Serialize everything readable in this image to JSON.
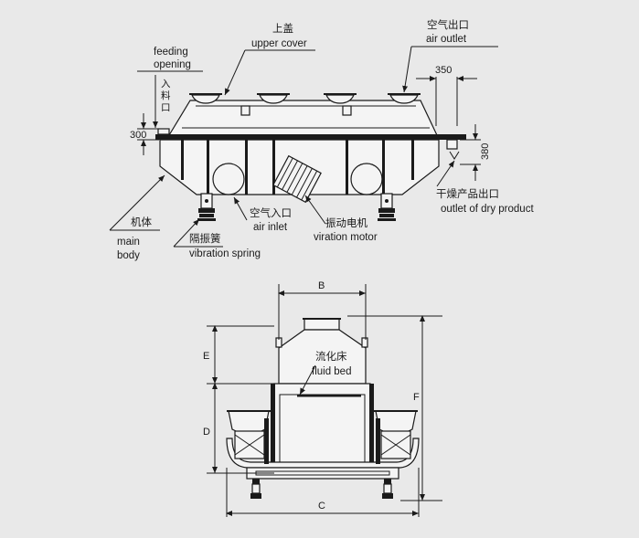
{
  "side_view": {
    "upper_cover_cn": "上盖",
    "upper_cover_en": "upper cover",
    "air_outlet_cn": "空气出口",
    "air_outlet_en": "air outlet",
    "feeding_en_1": "feeding",
    "feeding_en_2": "opening",
    "feeding_cn": [
      "入",
      "料",
      "口"
    ],
    "dim_350": "350",
    "dim_300": "300",
    "dim_380": "380",
    "main_body_cn": "机体",
    "main_body_en_1": "main",
    "main_body_en_2": "body",
    "spring_cn": "隔振簧",
    "spring_en": "vibration spring",
    "air_inlet_cn": "空气入口",
    "air_inlet_en": "air inlet",
    "motor_cn": "振动电机",
    "motor_en": "viration motor",
    "dry_outlet_cn": "干燥产品出口",
    "dry_outlet_en": "outlet of dry product"
  },
  "end_view": {
    "dim_b": "B",
    "dim_e": "E",
    "dim_d": "D",
    "dim_f": "F",
    "dim_c": "C",
    "fluid_bed_cn": "流化床",
    "fluid_bed_en": "fluid bed"
  }
}
